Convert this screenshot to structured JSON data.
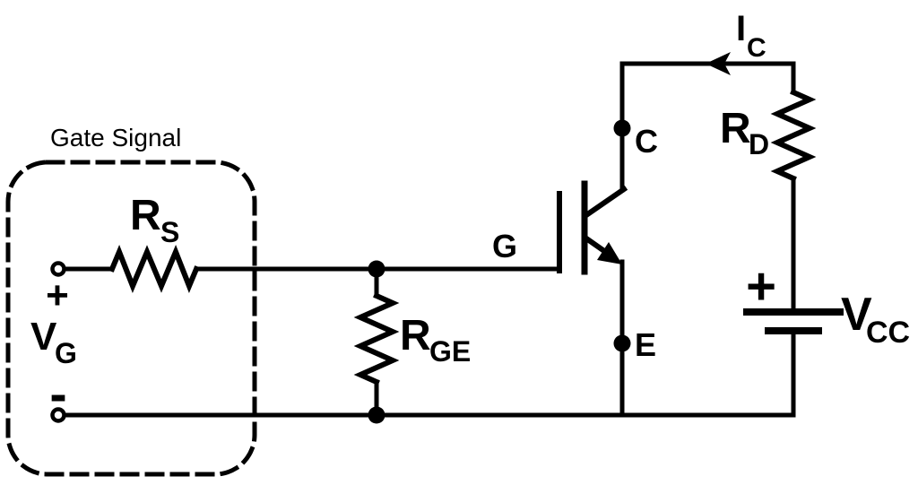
{
  "diagram": {
    "kind": "circuit-schematic",
    "subject": "IGBT test circuit with gate drive source, gate resistors, load resistor and DC supply",
    "ink_color": "#000000",
    "background_color": "#ffffff",
    "group_box": {
      "label": "Gate Signal"
    },
    "components": {
      "source_vg": {
        "name": "V",
        "sub": "G",
        "plus": "+",
        "minus": "-"
      },
      "resistor_rs": {
        "name": "R",
        "sub": "S"
      },
      "resistor_rge": {
        "name": "R",
        "sub": "GE"
      },
      "resistor_rd": {
        "name": "R",
        "sub": "D"
      },
      "igbt": {
        "gate": "G",
        "collector": "C",
        "emitter": "E"
      },
      "current_ic": {
        "name": "I",
        "sub": "C"
      },
      "supply_vcc": {
        "name": "V",
        "sub": "CC",
        "plus": "+"
      }
    }
  }
}
